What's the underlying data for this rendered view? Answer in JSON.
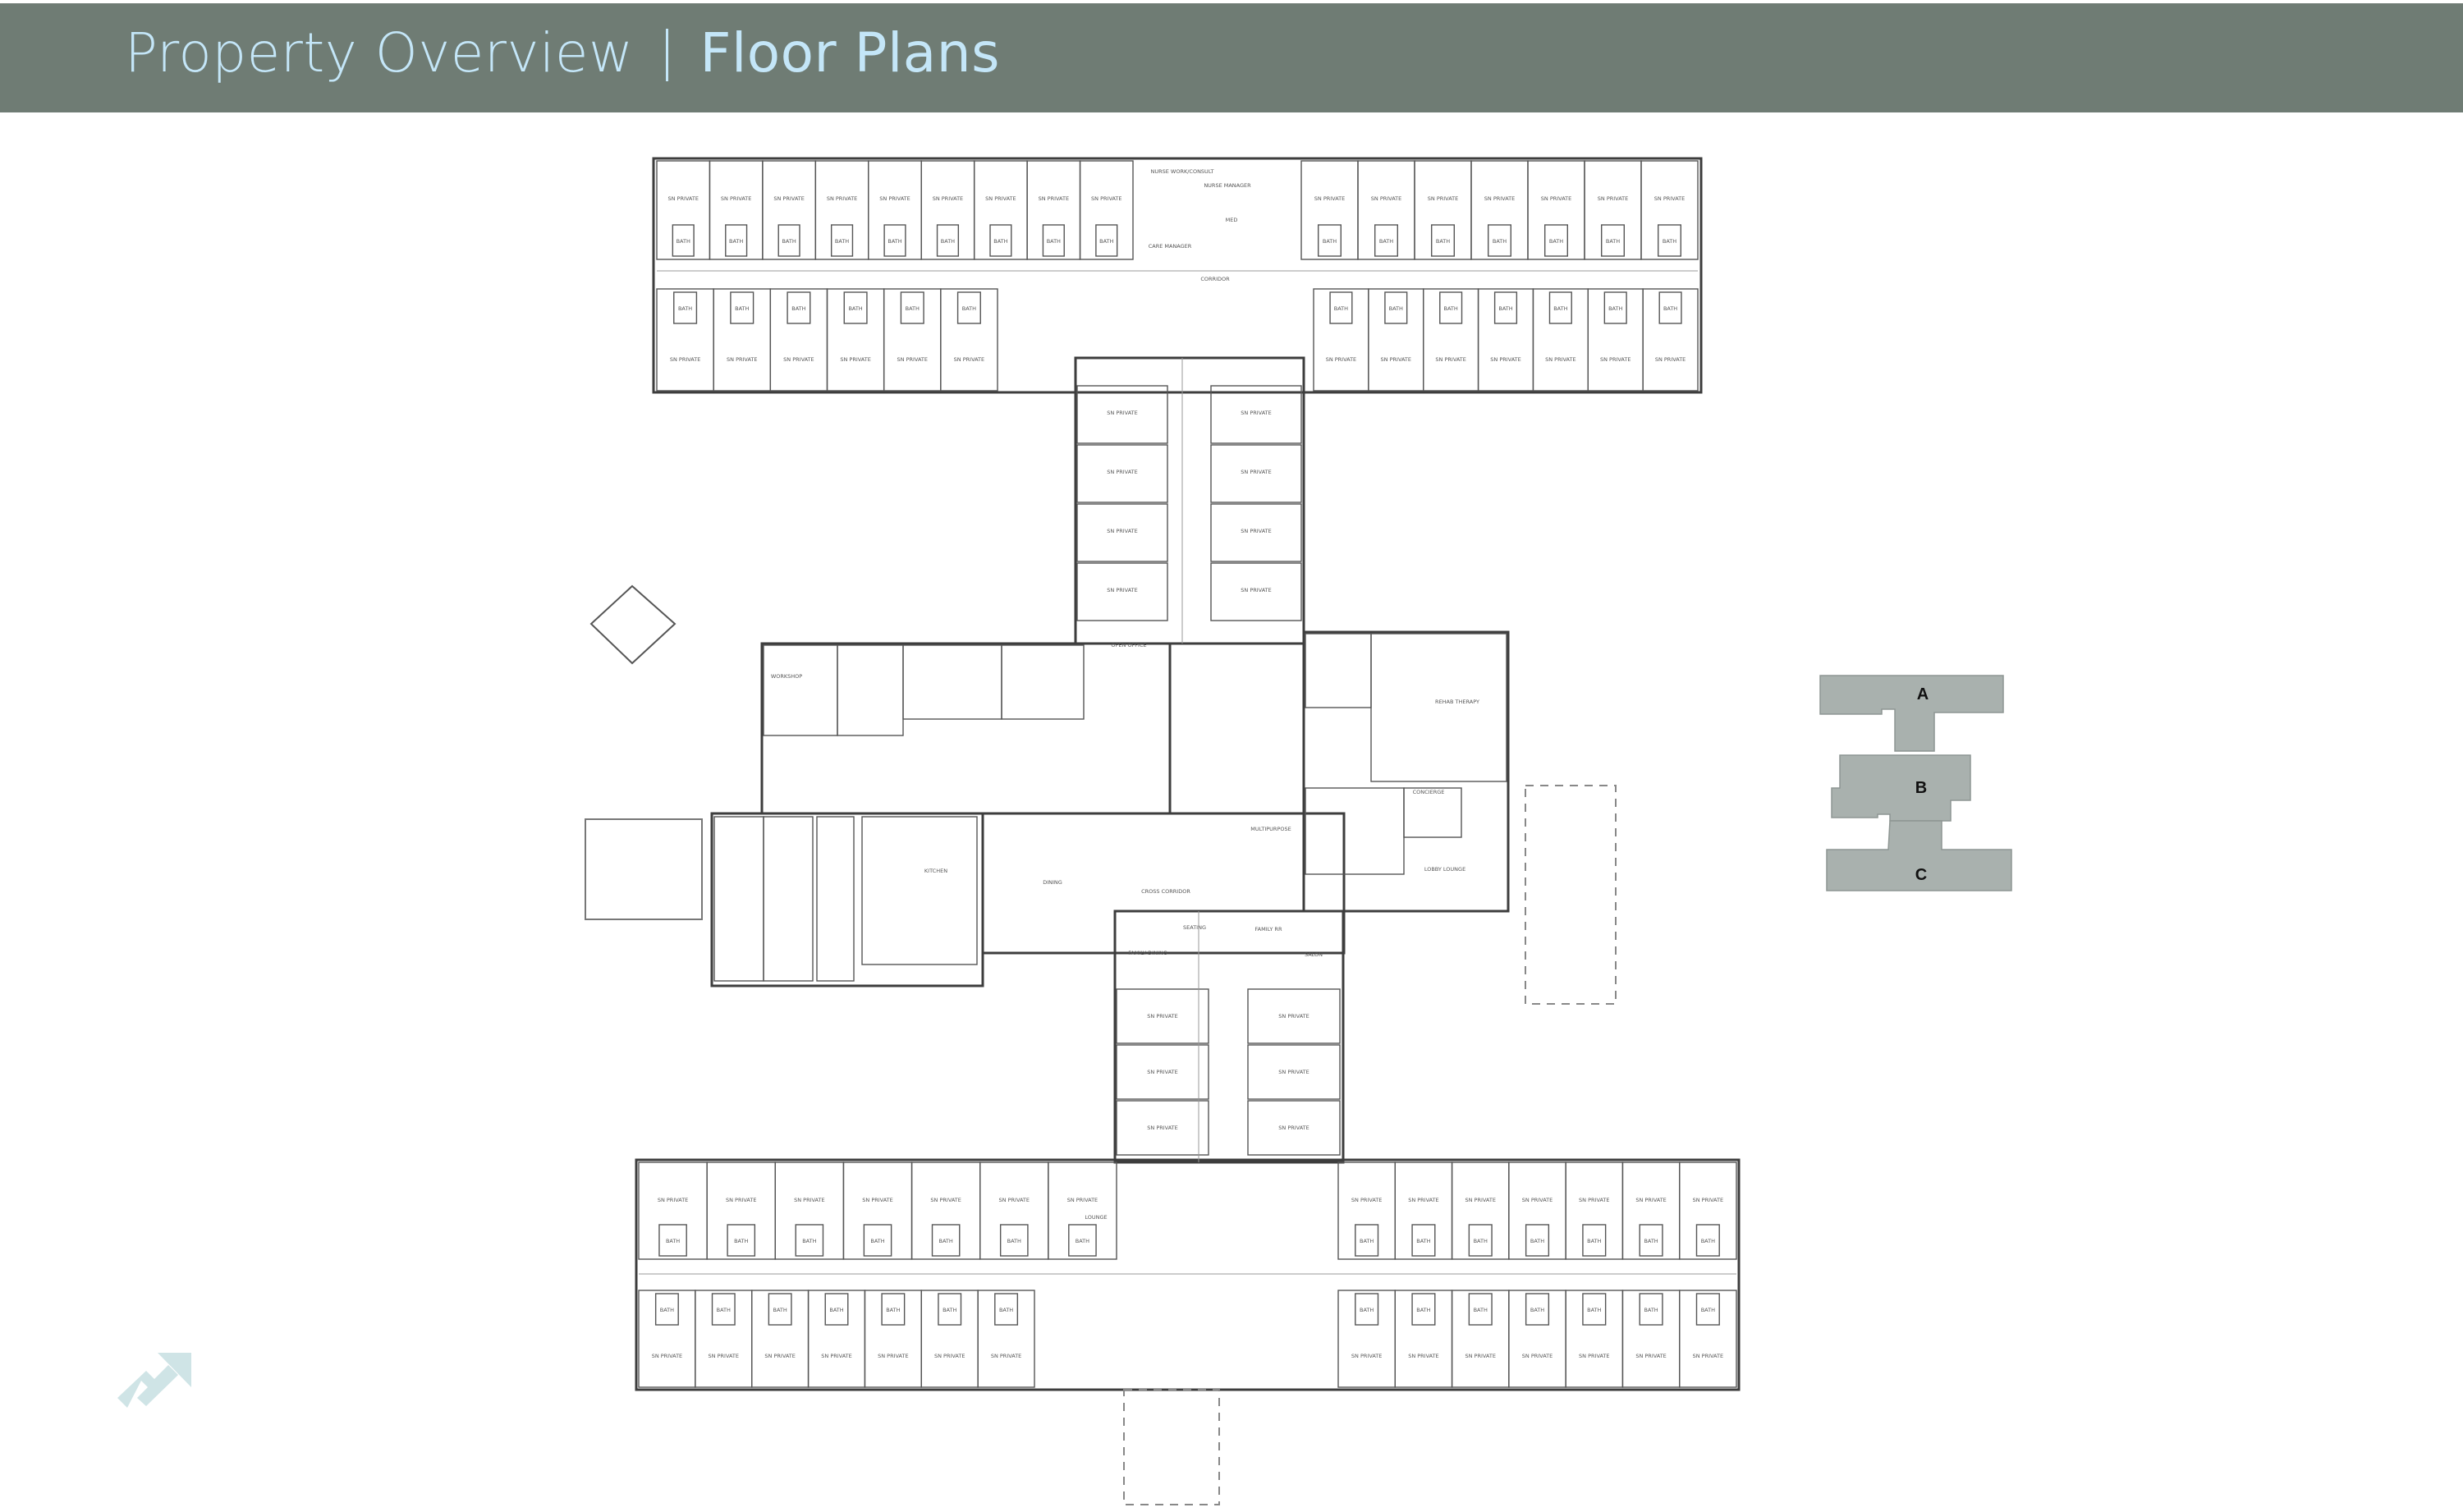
{
  "header": {
    "section": "Property Overview",
    "page": "Floor Plans",
    "background_color": "#6f7c74",
    "text_color": "#c4e6f8"
  },
  "floor_plan": {
    "room_labels": {
      "private": "SN PRIVATE",
      "bath": "BATH",
      "corridor": "CORRIDOR",
      "cross_corridor": "CROSS CORRIDOR",
      "nurse_work": "NURSE WORK/CONSULT",
      "nurse_manager": "NURSE MANAGER",
      "care_manager": "CARE MANAGER",
      "med": "MED",
      "salon": "SALON",
      "seating": "SEATING",
      "family_rr": "FAMILY RR",
      "family_dining": "FAMILY DINING",
      "rehab": "REHAB THERAPY",
      "concierge": "CONCIERGE",
      "lobby_lounge": "LOBBY LOUNGE",
      "multipurpose": "MULTIPURPOSE",
      "dining": "DINING",
      "kitchen": "KITCHEN",
      "lounge": "LOUNGE",
      "workshop": "WORKSHOP",
      "open_office": "OPEN OFFICE"
    },
    "line_color": "#3d3d3d"
  },
  "key_plan": {
    "wings": [
      "A",
      "B",
      "C"
    ],
    "fill_color": "#a9b1ae"
  },
  "north_arrow": {
    "icon": "north-arrow-icon",
    "color": "#cfe4e6"
  }
}
